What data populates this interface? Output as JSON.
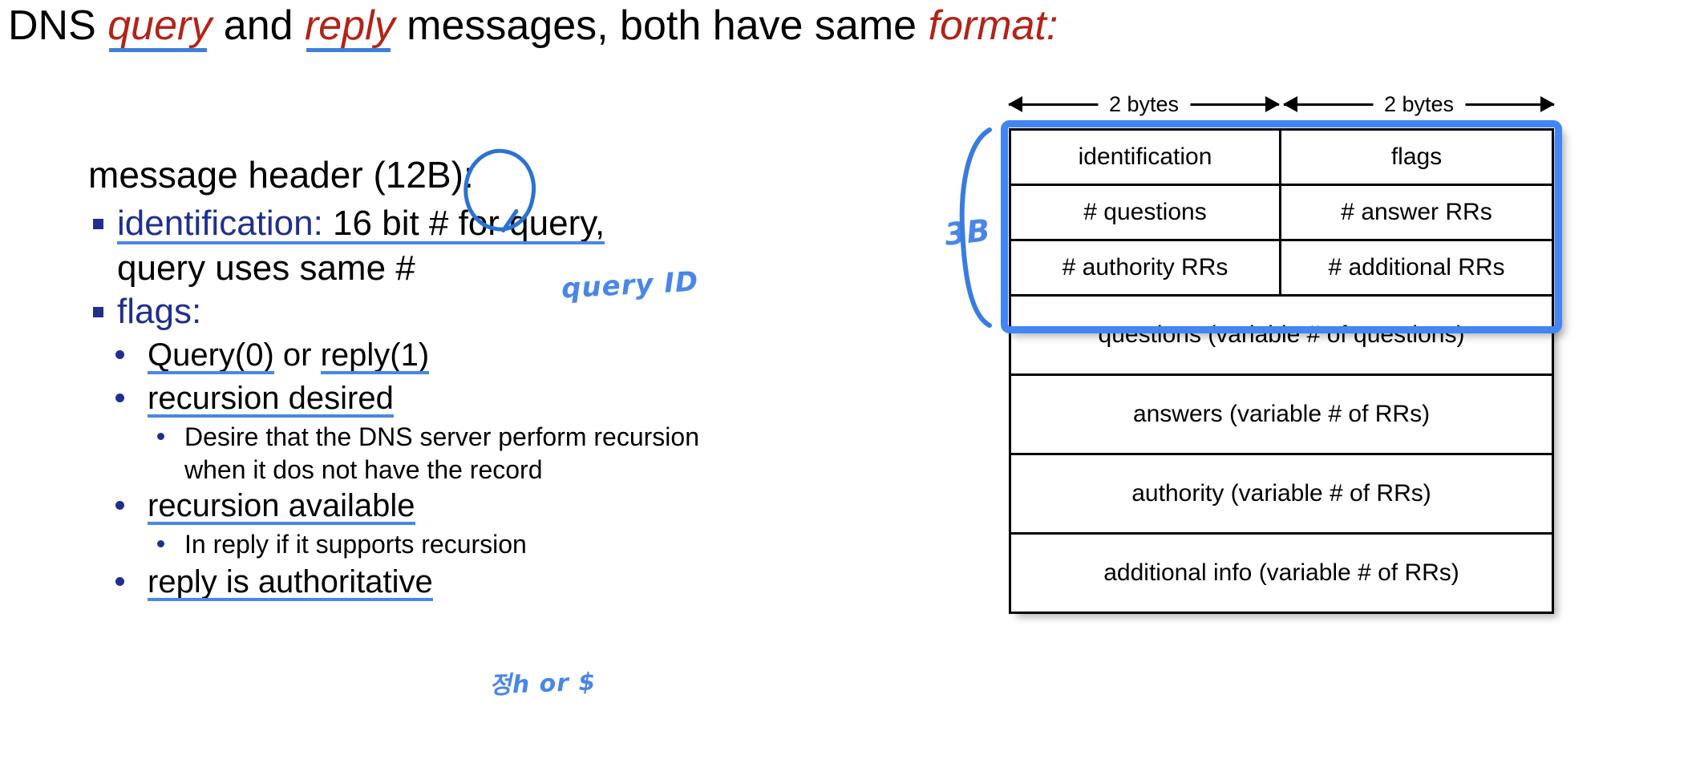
{
  "slide": {
    "title": {
      "part1": "DNS ",
      "em1": "query",
      "part2": " and ",
      "em2": "reply",
      "part3": " messages, both have same ",
      "em3": "format:"
    },
    "left": {
      "heading": "message header (12B):",
      "heading_pre": "message header (",
      "heading_circled": "12B",
      "heading_post": "):",
      "bullets": [
        {
          "level": 1,
          "keyword": "identification:",
          "text": " 16 bit # for query,",
          "continuation": "query uses same #"
        },
        {
          "level": 1,
          "keyword": "flags:",
          "text": "",
          "continuation": ""
        },
        {
          "level": 2,
          "text_a": "Query(0)",
          "text_mid": " or ",
          "text_b": "reply(1)"
        },
        {
          "level": 2,
          "text_a": "recursion desired"
        },
        {
          "level": 3,
          "text": "Desire that the DNS server perform recursion",
          "cont": "when it dos not have the record"
        },
        {
          "level": 2,
          "text_a": "recursion available"
        },
        {
          "level": 3,
          "text": "In reply if it supports recursion"
        },
        {
          "level": 2,
          "text_a": "reply is authoritative"
        }
      ]
    },
    "annotations": {
      "query_id": "query ID",
      "three_bytes": "3B",
      "authoritative_note": "정h or $"
    },
    "diagram": {
      "byte_labels": [
        "2 bytes",
        "2 bytes"
      ],
      "header_rows": [
        {
          "left": "identification",
          "right": "flags"
        },
        {
          "left": "# questions",
          "right": "# answer RRs"
        },
        {
          "left": "# authority RRs",
          "right": "# additional RRs"
        }
      ],
      "section_rows": [
        "questions (variable # of questions)",
        "answers (variable # of RRs)",
        "authority (variable # of RRs)",
        "additional info (variable # of RRs)"
      ]
    },
    "colors": {
      "accent_red": "#b32317",
      "accent_blue": "#4a86e8",
      "keyword_blue": "#1f2f8f",
      "highlight_blue": "#4285f4",
      "ink_blue": "#4a86e8"
    }
  }
}
